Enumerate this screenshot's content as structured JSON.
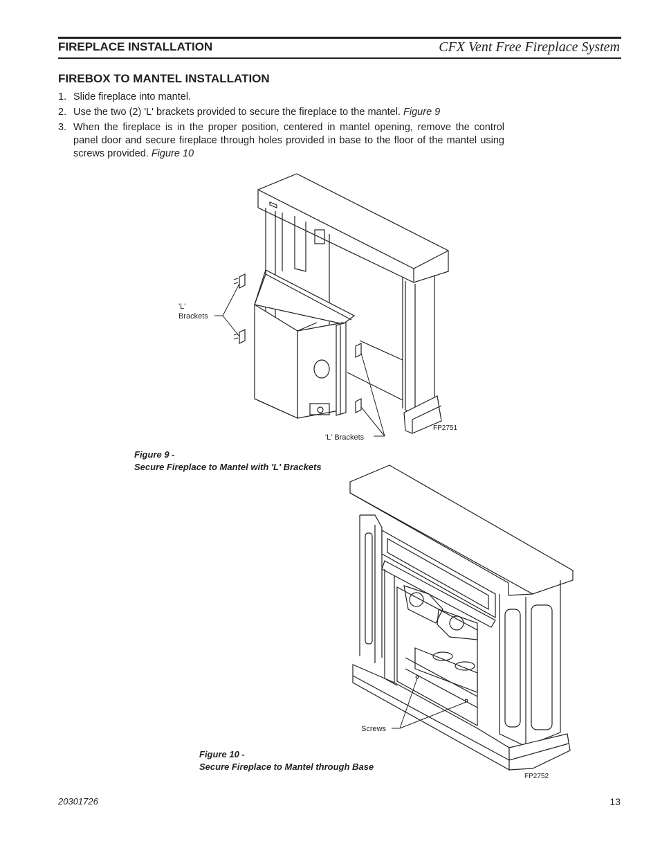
{
  "header": {
    "section": "FIREPLACE INSTALLATION",
    "product": "CFX Vent Free Fireplace System"
  },
  "section_title": "FIREBOX TO MANTEL INSTALLATION",
  "steps": [
    {
      "num": "1.",
      "text": "Slide fireplace into mantel.",
      "ref": ""
    },
    {
      "num": "2.",
      "text": "Use the two (2) 'L' brackets provided to secure the fireplace to the mantel.",
      "ref": "Figure 9"
    },
    {
      "num": "3.",
      "text": "When the fireplace is in the proper position, centered in mantel opening, remove the control panel door and secure fireplace through holes provided in base to the floor of the mantel using screws provided.",
      "ref": "Figure 10"
    }
  ],
  "figure9": {
    "label_left": [
      "'L'",
      "Brackets"
    ],
    "label_bottom": "'L' Brackets",
    "code": "FP2751",
    "caption_line1": "Figure 9 -",
    "caption_line2": "Secure Fireplace to Mantel with 'L' Brackets"
  },
  "figure10": {
    "label_screws": "Screws",
    "code": "FP2752",
    "caption_line1": "Figure 10 -",
    "caption_line2": "Secure Fireplace to Mantel through Base"
  },
  "footer": {
    "doc_number": "20301726",
    "page_number": "13"
  }
}
